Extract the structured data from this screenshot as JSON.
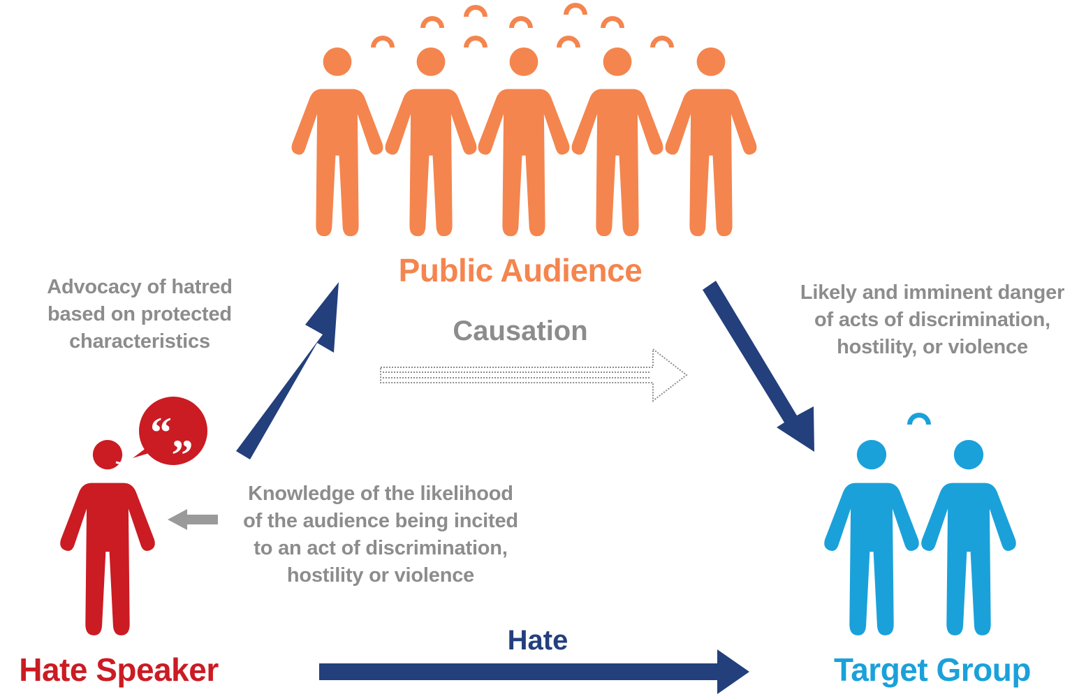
{
  "colors": {
    "audience": "#F4854E",
    "speaker": "#CB1B23",
    "target": "#1AA1DA",
    "arrow": "#233F7C",
    "note": "#8C8C8C",
    "back_arrow": "#9A9A9A"
  },
  "nodes": {
    "public_audience": "Public Audience",
    "hate_speaker": "Hate Speaker",
    "target_group": "Target Group"
  },
  "speech_bubble_glyph": "“„",
  "labels": {
    "causation": "Causation",
    "hate": "Hate",
    "advocacy": [
      "Advocacy of hatred",
      "based on protected",
      "characteristics"
    ],
    "danger": [
      "Likely and imminent danger",
      "of acts of discrimination,",
      "hostility, or violence"
    ],
    "knowledge": [
      "Knowledge of the likelihood",
      "of the audience being incited",
      "to an act of discrimination,",
      "hostility or violence"
    ]
  }
}
